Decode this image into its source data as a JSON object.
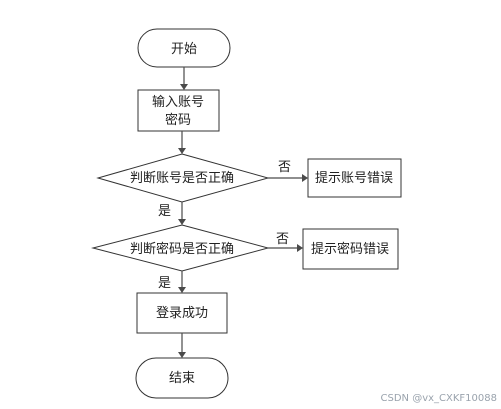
{
  "nodes": {
    "start": "开始",
    "input_line1": "输入账号",
    "input_line2": "密码",
    "check_account": "判断账号是否正确",
    "account_error": "提示账号错误",
    "check_password": "判断密码是否正确",
    "password_error": "提示密码错误",
    "login_success": "登录成功",
    "end": "结束"
  },
  "edge_labels": {
    "account_no": "否",
    "account_yes": "是",
    "password_no": "否",
    "password_yes": "是"
  },
  "watermark": "CSDN @vx_CXKF10088"
}
